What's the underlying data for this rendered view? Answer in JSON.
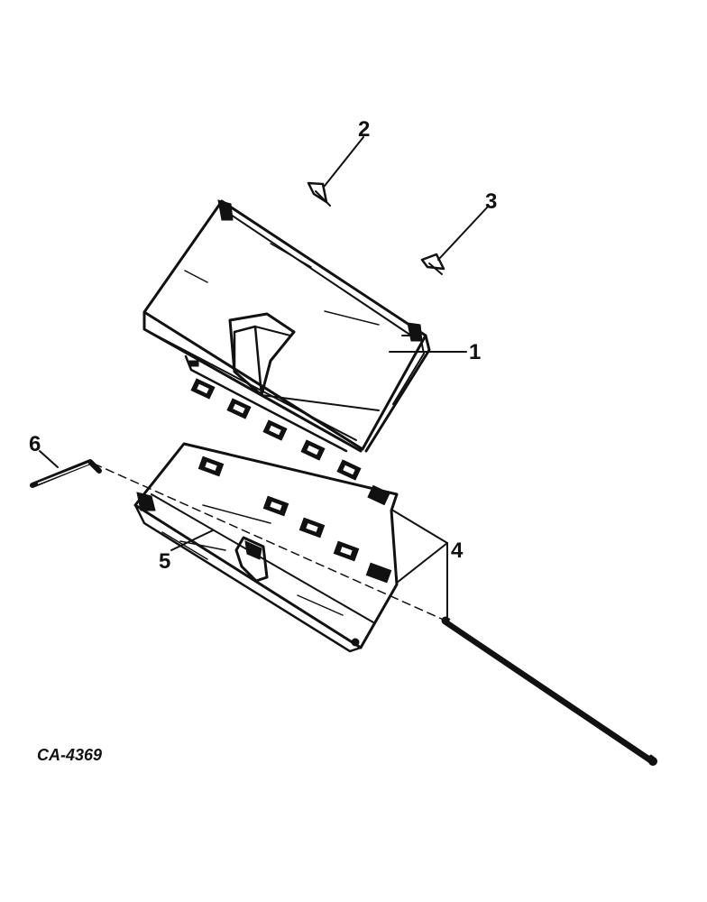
{
  "diagram": {
    "callouts": [
      {
        "id": "1",
        "label": "1"
      },
      {
        "id": "2",
        "label": "2"
      },
      {
        "id": "3",
        "label": "3"
      },
      {
        "id": "4",
        "label": "4"
      },
      {
        "id": "5",
        "label": "5"
      },
      {
        "id": "6",
        "label": "6"
      }
    ],
    "figure_code": "CA-4369"
  },
  "colors": {
    "ink": "#111111",
    "paper": "#ffffff"
  }
}
